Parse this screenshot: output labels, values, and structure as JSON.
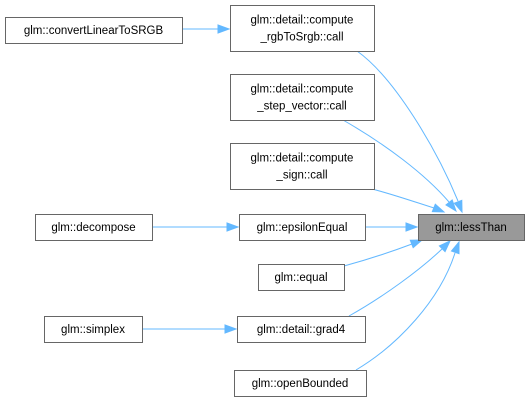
{
  "diagram": {
    "nodes": [
      {
        "id": "lessThan",
        "lines": [
          "glm::lessThan"
        ],
        "focus": true
      },
      {
        "id": "convertLinearToSRGB",
        "lines": [
          "glm::convertLinearToSRGB"
        ]
      },
      {
        "id": "compute_rgbToSrgb",
        "lines": [
          "glm::detail::compute",
          "_rgbToSrgb::call"
        ]
      },
      {
        "id": "compute_step_vector",
        "lines": [
          "glm::detail::compute",
          "_step_vector::call"
        ]
      },
      {
        "id": "compute_sign",
        "lines": [
          "glm::detail::compute",
          "_sign::call"
        ]
      },
      {
        "id": "decompose",
        "lines": [
          "glm::decompose"
        ]
      },
      {
        "id": "epsilonEqual",
        "lines": [
          "glm::epsilonEqual"
        ]
      },
      {
        "id": "equal",
        "lines": [
          "glm::equal"
        ]
      },
      {
        "id": "simplex",
        "lines": [
          "glm::simplex"
        ]
      },
      {
        "id": "grad4",
        "lines": [
          "glm::detail::grad4"
        ]
      },
      {
        "id": "openBounded",
        "lines": [
          "glm::openBounded"
        ]
      }
    ],
    "edges": [
      {
        "from": "convertLinearToSRGB",
        "to": "compute_rgbToSrgb"
      },
      {
        "from": "compute_rgbToSrgb",
        "to": "lessThan"
      },
      {
        "from": "compute_step_vector",
        "to": "lessThan"
      },
      {
        "from": "compute_sign",
        "to": "lessThan"
      },
      {
        "from": "decompose",
        "to": "epsilonEqual"
      },
      {
        "from": "epsilonEqual",
        "to": "lessThan"
      },
      {
        "from": "equal",
        "to": "lessThan"
      },
      {
        "from": "simplex",
        "to": "grad4"
      },
      {
        "from": "grad4",
        "to": "lessThan"
      },
      {
        "from": "openBounded",
        "to": "lessThan"
      }
    ],
    "colors": {
      "edge": "#63b8ff",
      "node_border": "#666666",
      "node_fill": "#ffffff",
      "focus_fill": "#999999"
    }
  }
}
